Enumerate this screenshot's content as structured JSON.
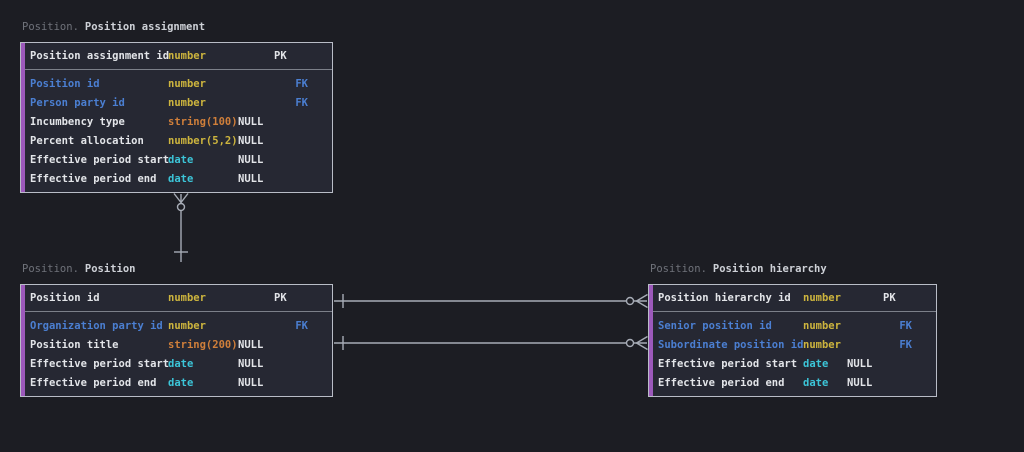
{
  "colors": {
    "bg": "#1c1d23",
    "panel": "#262833",
    "border": "#b9bdc7",
    "separator": "#7c808a",
    "accent": "#9c59bb",
    "line": "#a7acb6",
    "text": "#e3e5e9",
    "muted": "#6f727a",
    "title": "#ced1d7",
    "blue": "#4b7fd2",
    "yellow": "#cdb53e",
    "orange": "#d07f3a",
    "cyan": "#3cc5d8"
  },
  "tables": [
    {
      "schema": "Position.",
      "name": "Position assignment",
      "pk": {
        "name": "Position assignment id",
        "name_color": "white",
        "type": "number",
        "type_color": "yellow",
        "nullable": "",
        "key": "PK",
        "key_color": "white"
      },
      "rows": [
        {
          "name": "Position id",
          "name_color": "blue",
          "type": "number",
          "type_color": "yellow",
          "nullable": "",
          "key": "FK",
          "key_color": "blue"
        },
        {
          "name": "Person party id",
          "name_color": "blue",
          "type": "number",
          "type_color": "yellow",
          "nullable": "",
          "key": "FK",
          "key_color": "blue"
        },
        {
          "name": "Incumbency type",
          "name_color": "white",
          "type": "string(100)",
          "type_color": "orange",
          "nullable": "NULL",
          "key": "",
          "key_color": "white"
        },
        {
          "name": "Percent allocation",
          "name_color": "white",
          "type": "number(5,2)",
          "type_color": "yellow",
          "nullable": "NULL",
          "key": "",
          "key_color": "white"
        },
        {
          "name": "Effective period start",
          "name_color": "white",
          "type": "date",
          "type_color": "cyan",
          "nullable": "NULL",
          "key": "",
          "key_color": "white"
        },
        {
          "name": "Effective period end",
          "name_color": "white",
          "type": "date",
          "type_color": "cyan",
          "nullable": "NULL",
          "key": "",
          "key_color": "white"
        }
      ]
    },
    {
      "schema": "Position.",
      "name": "Position",
      "pk": {
        "name": "Position id",
        "name_color": "white",
        "type": "number",
        "type_color": "yellow",
        "nullable": "",
        "key": "PK",
        "key_color": "white"
      },
      "rows": [
        {
          "name": "Organization party id",
          "name_color": "blue",
          "type": "number",
          "type_color": "yellow",
          "nullable": "",
          "key": "FK",
          "key_color": "blue"
        },
        {
          "name": "Position title",
          "name_color": "white",
          "type": "string(200)",
          "type_color": "orange",
          "nullable": "NULL",
          "key": "",
          "key_color": "white"
        },
        {
          "name": "Effective period start",
          "name_color": "white",
          "type": "date",
          "type_color": "cyan",
          "nullable": "NULL",
          "key": "",
          "key_color": "white"
        },
        {
          "name": "Effective period end",
          "name_color": "white",
          "type": "date",
          "type_color": "cyan",
          "nullable": "NULL",
          "key": "",
          "key_color": "white"
        }
      ]
    },
    {
      "schema": "Position.",
      "name": "Position hierarchy",
      "pk": {
        "name": "Position hierarchy id",
        "name_color": "white",
        "type": "number",
        "type_color": "yellow",
        "nullable": "",
        "key": "PK",
        "key_color": "white"
      },
      "rows": [
        {
          "name": "Senior position id",
          "name_color": "blue",
          "type": "number",
          "type_color": "yellow",
          "nullable": "",
          "key": "FK",
          "key_color": "blue"
        },
        {
          "name": "Subordinate position id",
          "name_color": "blue",
          "type": "number",
          "type_color": "yellow",
          "nullable": "",
          "key": "FK",
          "key_color": "blue"
        },
        {
          "name": "Effective period start",
          "name_color": "white",
          "type": "date",
          "type_color": "cyan",
          "nullable": "NULL",
          "key": "",
          "key_color": "white"
        },
        {
          "name": "Effective period end",
          "name_color": "white",
          "type": "date",
          "type_color": "cyan",
          "nullable": "NULL",
          "key": "",
          "key_color": "white"
        }
      ]
    }
  ],
  "relationships": [
    {
      "from": "Position.Position",
      "to": "Position.Position assignment",
      "from_cardinality": "one",
      "to_cardinality": "zero-or-many"
    },
    {
      "from": "Position.Position",
      "to": "Position.Position hierarchy",
      "from_cardinality": "one",
      "to_cardinality": "zero-or-many"
    },
    {
      "from": "Position.Position",
      "to": "Position.Position hierarchy",
      "from_cardinality": "one",
      "to_cardinality": "zero-or-many"
    }
  ]
}
